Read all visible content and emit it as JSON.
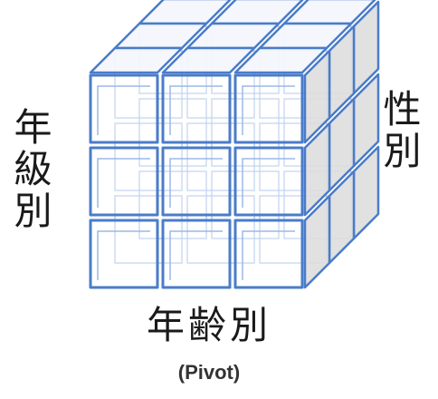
{
  "labels": {
    "left": "年級別",
    "right": "性別",
    "bottom": "年齢別",
    "bottom_sub": "(Pivot)"
  },
  "cube": {
    "grid": [
      3,
      3,
      3
    ],
    "colors": {
      "edge": "#4a7cc9",
      "inner": "#9bb8e6",
      "front": "#ffffff",
      "top": "#f4f7fc",
      "side": "#dedede"
    }
  }
}
